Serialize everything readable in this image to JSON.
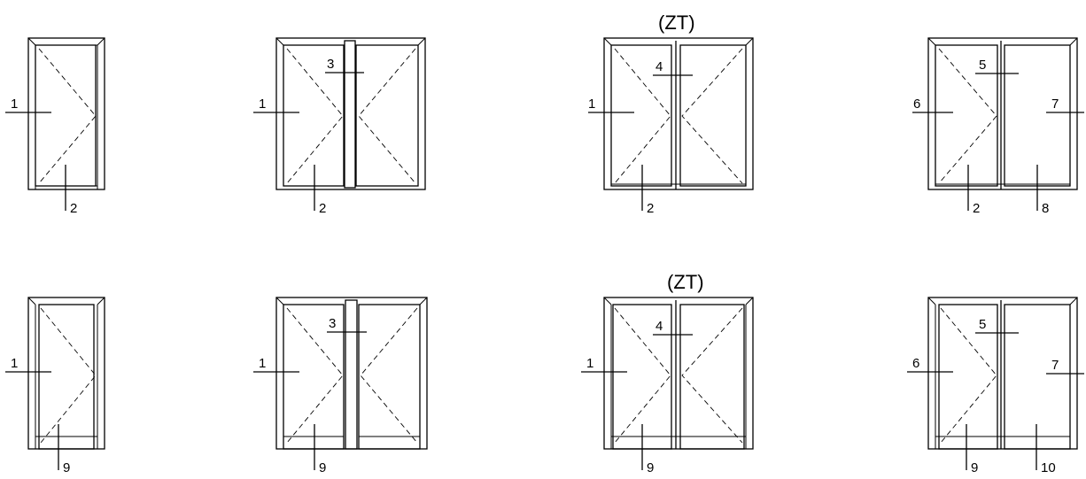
{
  "diagram": {
    "top_row": {
      "single_door": {
        "labels": [
          "1",
          "2"
        ]
      },
      "double_door_center_post": {
        "labels": [
          "1",
          "3",
          "2"
        ]
      },
      "double_door_double_leaf": {
        "caption": "(ZT)",
        "labels": [
          "1",
          "4",
          "2"
        ]
      },
      "door_with_side_panel": {
        "labels": [
          "6",
          "5",
          "7",
          "2",
          "8"
        ]
      }
    },
    "bottom_row": {
      "single_door": {
        "labels": [
          "1",
          "9"
        ]
      },
      "double_door_center_post": {
        "labels": [
          "1",
          "3",
          "9"
        ]
      },
      "double_door_double_leaf": {
        "caption": "(ZT)",
        "labels": [
          "1",
          "4",
          "9"
        ]
      },
      "door_with_side_panel": {
        "labels": [
          "6",
          "5",
          "7",
          "9",
          "10"
        ]
      }
    }
  }
}
